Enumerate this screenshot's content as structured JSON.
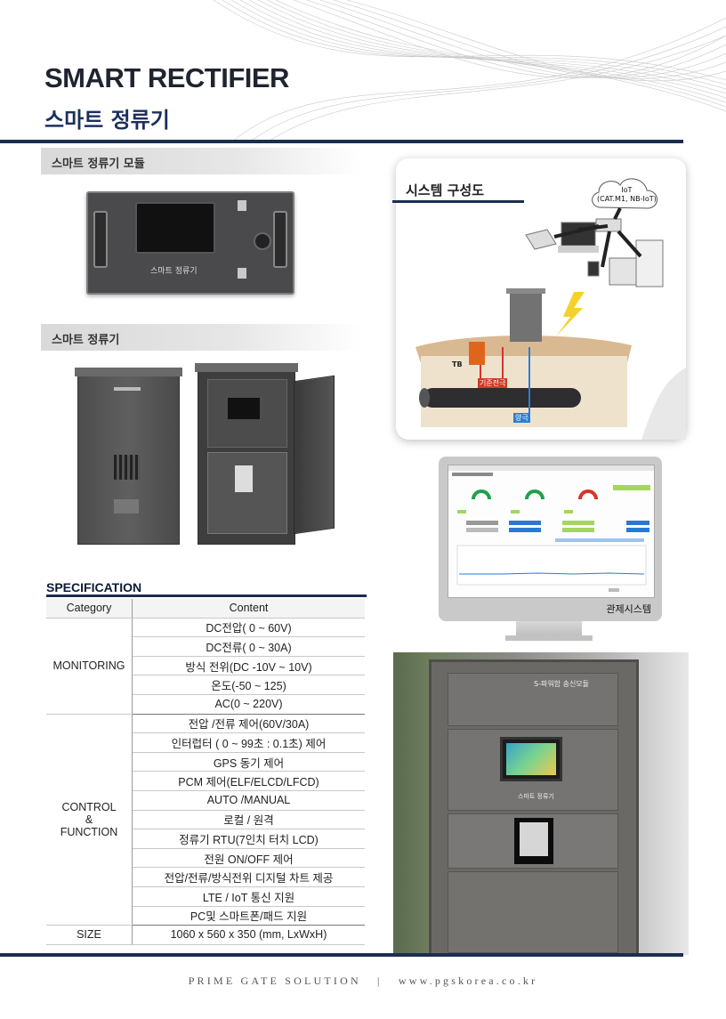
{
  "header": {
    "title_en": "SMART RECTIFIER",
    "title_ko": "스마트 정류기"
  },
  "sections": {
    "module_title": "스마트 정류기 모듈",
    "cabinet_title": "스마트 정류기"
  },
  "module_brand": "스마트 정류기",
  "system": {
    "title": "시스템 구성도",
    "iot_label": "IoT",
    "iot_sub": "(CAT.M1, NB-IoT)",
    "tb_label": "TB",
    "reference_label": "기준전극",
    "anode_label": "양극"
  },
  "monitor": {
    "caption": "관제시스템"
  },
  "photo": {
    "top_text": "S-파워함 송신모듈",
    "brand": "스마트 정류기"
  },
  "spec": {
    "title": "SPECIFICATION",
    "header": {
      "category": "Category",
      "content": "Content"
    },
    "groups": {
      "monitoring": {
        "name": "MONITORING",
        "items": [
          "DC전압( 0 ~ 60V)",
          "DC전류( 0 ~ 30A)",
          "방식 전위(DC -10V ~ 10V)",
          "온도(-50 ~ 125)",
          "AC(0 ~ 220V)"
        ]
      },
      "control": {
        "name_line1": "CONTROL",
        "name_line2": "&",
        "name_line3": "FUNCTION",
        "items": [
          "전압 /전류 제어(60V/30A)",
          "인터럽터 ( 0 ~ 99초 : 0.1초) 제어",
          "GPS 동기  제어",
          "PCM 제어(ELF/ELCD/LFCD)",
          "AUTO /MANUAL",
          "로컬 / 원격",
          "정류기 RTU(7인치 터치 LCD)",
          "전원 ON/OFF 제어",
          "전압/전류/방식전위 디지털 차트 제공",
          "LTE / IoT 통신 지원",
          "PC및 스마트폰/패드 지원"
        ]
      },
      "size": {
        "name": "SIZE",
        "value": "1060 x 560 x 350 (mm, LxWxH)"
      }
    }
  },
  "footer": {
    "company": "PRIME GATE SOLUTION",
    "separator": "|",
    "website": "www.pgskorea.co.kr"
  },
  "colors": {
    "navy": "#1c2e50",
    "title_blue": "#1b2f5c",
    "gauge_green": "#1fa04a",
    "gauge_red": "#d8322b",
    "reference_red": "#d23a2a",
    "anode_blue": "#2a7fd2"
  }
}
